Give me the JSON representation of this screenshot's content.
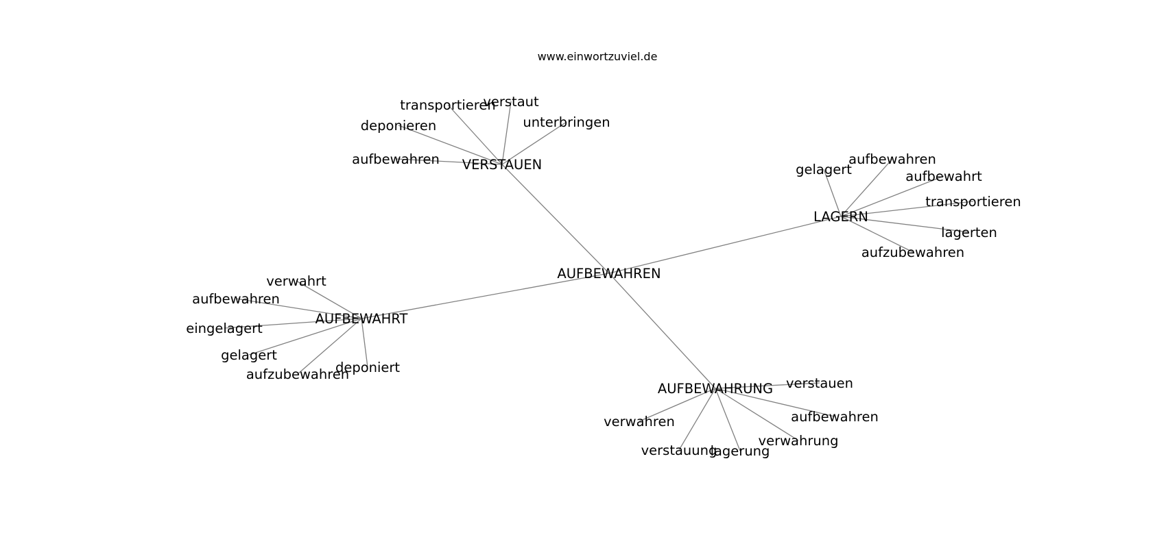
{
  "header": {
    "site": "www.einwortzuviel.de"
  },
  "graph": {
    "center": {
      "label": "AUFBEWAHREN"
    },
    "clusters": [
      {
        "label": "VERSTAUEN",
        "leaves": [
          "transportieren",
          "verstaut",
          "unterbringen",
          "deponieren",
          "aufbewahren"
        ]
      },
      {
        "label": "LAGERN",
        "leaves": [
          "gelagert",
          "aufbewahren",
          "aufbewahrt",
          "transportieren",
          "lagerten",
          "aufzubewahren"
        ]
      },
      {
        "label": "AUFBEWAHRT",
        "leaves": [
          "verwahrt",
          "aufbewahren",
          "eingelagert",
          "gelagert",
          "aufzubewahren",
          "deponiert"
        ]
      },
      {
        "label": "AUFBEWAHRUNG",
        "leaves": [
          "verstauen",
          "aufbewahren",
          "verwahrung",
          "lagerung",
          "verstauung",
          "verwahren"
        ]
      }
    ]
  }
}
